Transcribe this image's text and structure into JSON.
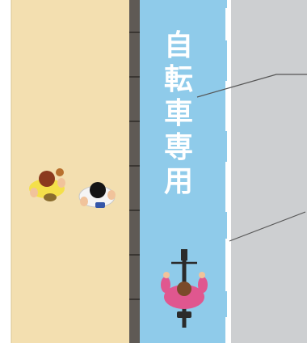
{
  "bike_lane": {
    "characters": [
      "自",
      "転",
      "車",
      "専",
      "用"
    ]
  },
  "colors": {
    "sidewalk": "#f3dfb0",
    "curb": "#5f5a55",
    "bike_lane": "#8fcbea",
    "road": "#cdcfd1",
    "lane_marking": "#ffffff",
    "cyclist_shirt": "#e0578f",
    "pedestrian_yellow": "#f4e04a",
    "leader_line": "#555555"
  },
  "icons": [
    "pedestrian-yellow-icon",
    "pedestrian-white-icon",
    "cyclist-icon"
  ]
}
